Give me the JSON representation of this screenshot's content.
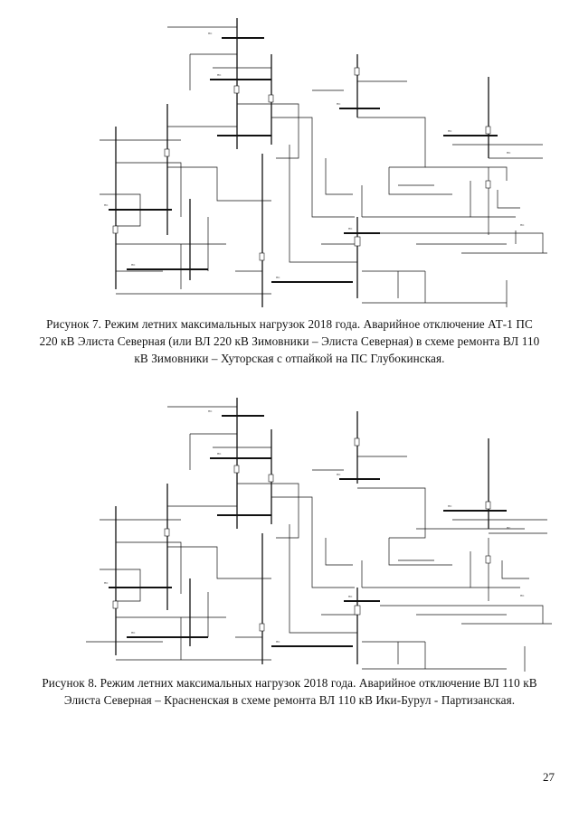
{
  "document": {
    "figure7": {
      "caption": "Рисунок 7. Режим летних максимальных нагрузок 2018 года. Аварийное отключение АТ-1 ПС 220 кВ Элиста Северная (или ВЛ 220 кВ Зимовники – Элиста Северная) в схеме ремонта ВЛ 110 кВ Зимовники – Хуторская с отпайкой на ПС Глубокинская."
    },
    "figure8": {
      "caption": "Рисунок 8. Режим летних максимальных нагрузок 2018 года. Аварийное отключение ВЛ 110 кВ Элиста Северная – Красненская в схеме ремонта ВЛ 110 кВ Ики-Бурул - Партизанская."
    },
    "page_number": "27"
  }
}
